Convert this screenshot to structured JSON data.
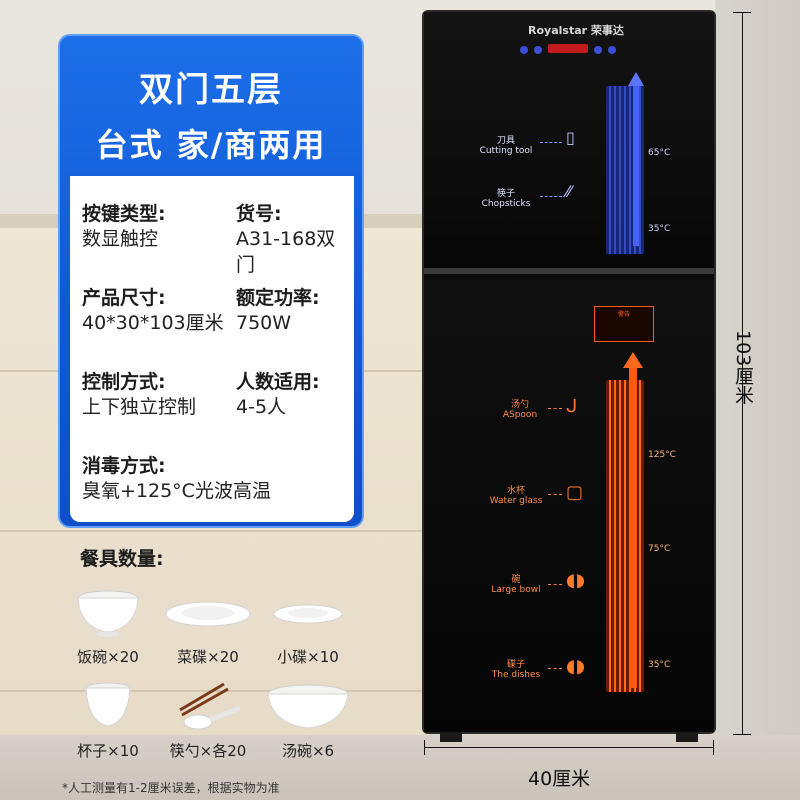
{
  "spec": {
    "title_line1": "双门五层",
    "title_line2": "台式  家/商两用",
    "items": [
      {
        "key": "按键类型:",
        "value": "数显触控"
      },
      {
        "key": "货号:",
        "value": "A31-168双门"
      },
      {
        "key": "产品尺寸:",
        "value": "40*30*103厘米"
      },
      {
        "key": "额定功率:",
        "value": "750W"
      },
      {
        "key": "控制方式:",
        "value": "上下独立控制"
      },
      {
        "key": "人数适用:",
        "value": "4-5人"
      },
      {
        "key": "消毒方式:",
        "value": "臭氧+125°C光波高温"
      }
    ]
  },
  "tableware": {
    "title": "餐具数量:",
    "items": [
      {
        "label": "饭碗×20",
        "icon": "rice-bowl-icon"
      },
      {
        "label": "菜碟×20",
        "icon": "dish-plate-icon"
      },
      {
        "label": "小碟×10",
        "icon": "small-plate-icon"
      },
      {
        "label": "杯子×10",
        "icon": "cup-icon"
      },
      {
        "label": "筷勺×各20",
        "icon": "chopsticks-spoon-icon"
      },
      {
        "label": "汤碗×6",
        "icon": "soup-bowl-icon"
      }
    ]
  },
  "note": "*人工测量有1-2厘米误差，根据实物为准",
  "cabinet": {
    "brand": "Royalstar 荣事达",
    "top": {
      "labels": [
        {
          "cn": "刀具",
          "en": "Cutting tool"
        },
        {
          "cn": "筷子",
          "en": "Chopsticks"
        }
      ],
      "temps": [
        "65°C",
        "35°C"
      ]
    },
    "bottom": {
      "labels": [
        {
          "cn": "汤勺",
          "en": "ASpoon"
        },
        {
          "cn": "水杯",
          "en": "Water glass"
        },
        {
          "cn": "碗",
          "en": "Large bowl"
        },
        {
          "cn": "碟子",
          "en": "The dishes"
        }
      ],
      "temps": [
        "125°C",
        "75°C",
        "35°C"
      ],
      "warning_title": "警告"
    }
  },
  "dimensions": {
    "height": "103厘米",
    "width": "40厘米"
  },
  "colors": {
    "card_blue": "#1662e0",
    "orange_light": "#ff5a0d",
    "blue_light": "#4763ff"
  }
}
